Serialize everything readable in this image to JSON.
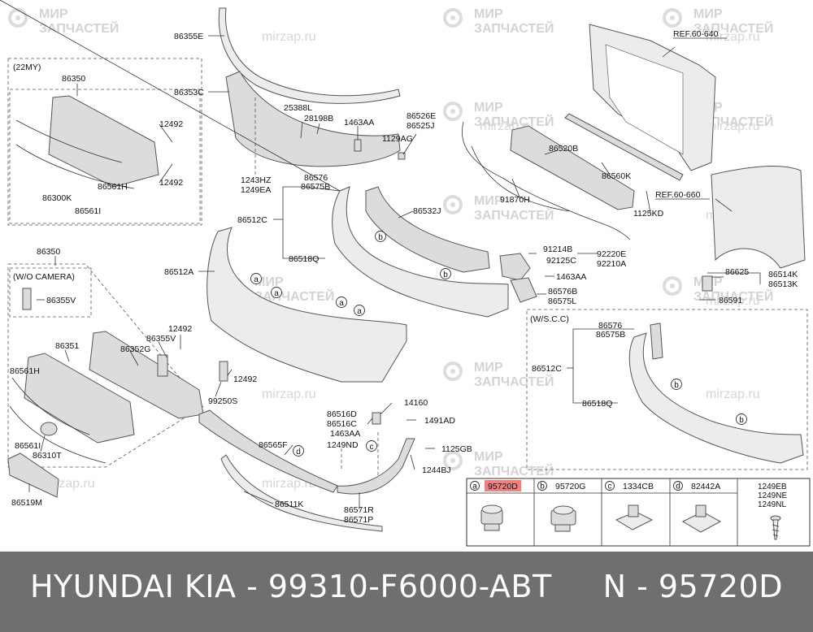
{
  "watermark": {
    "brand_line1": "МИР",
    "brand_line2": "ЗАПЧАСТЕЙ",
    "url": "mirzap.ru"
  },
  "footer": {
    "text": "HYUNDAI KIA - 99310-F6000-ABT     N - 95720D"
  },
  "highlight_color": "#f08080",
  "callout_letters": [
    "a",
    "b",
    "c",
    "d"
  ],
  "boxes": {
    "my22": "(22MY)",
    "wo_camera": "(W/O CAMERA)",
    "wscc": "(W/S.C.C)"
  },
  "labels": {
    "l86355E": "86355E",
    "l86353C": "86353C",
    "l25388L": "25388L",
    "l28198B": "28198B",
    "l1463AA_top": "1463AA",
    "l86526E": "86526E",
    "l86525J": "86525J",
    "l1129AG": "1129AG",
    "l1243HZ": "1243HZ",
    "l1249EA": "1249EA",
    "l86350_top": "86350",
    "l12492_a": "12492",
    "l12492_b": "12492",
    "l86561H_top": "86561H",
    "l86300K": "86300K",
    "l86561I_top": "86561I",
    "l86576": "86576",
    "l86575B": "86575B",
    "l86512C": "86512C",
    "l86532J": "86532J",
    "l86518Q": "86518Q",
    "l86512A": "86512A",
    "l86520B": "86520B",
    "l86560K": "86560K",
    "l91870H": "91870H",
    "l1125KD": "1125KD",
    "l91214B": "91214B",
    "l92125C": "92125C",
    "l92220E": "92220E",
    "l92210A": "92210A",
    "l1463AA_mid": "1463AA",
    "l86576B": "86576B",
    "l86575L": "86575L",
    "ref_640": "REF.60-640",
    "ref_660": "REF.60-660",
    "l86625": "86625",
    "l86514K": "86514K",
    "l86513K": "86513K",
    "l86591": "86591",
    "l86350_mid": "86350",
    "l86355V_a": "86355V",
    "l86351": "86351",
    "l86352G": "86352G",
    "l86355V_b": "86355V",
    "l12492_c": "12492",
    "l86561H_mid": "86561H",
    "l86561I_mid": "86561I",
    "l86310T": "86310T",
    "l86519M": "86519M",
    "l12492_d": "12492",
    "l99250S": "99250S",
    "l14160": "14160",
    "l86516D": "86516D",
    "l86516C": "86516C",
    "l1491AD": "1491AD",
    "l1463AA_low": "1463AA",
    "l86565F": "86565F",
    "l1249ND": "1249ND",
    "l1125GB": "1125GB",
    "l1244BJ": "1244BJ",
    "l86511K": "86511K",
    "l86571R": "86571R",
    "l86571P": "86571P",
    "s_86576": "86576",
    "s_86575B": "86575B",
    "s_86512C": "86512C",
    "s_86518Q": "86518Q"
  },
  "legend": {
    "cells": [
      {
        "letter": "a",
        "part": "95720D",
        "highlighted": true
      },
      {
        "letter": "b",
        "part": "95720G",
        "highlighted": false
      },
      {
        "letter": "c",
        "part": "1334CB",
        "highlighted": false
      },
      {
        "letter": "d",
        "part": "82442A",
        "highlighted": false
      }
    ],
    "extra": [
      "1249EB",
      "1249NE",
      "1249NL"
    ]
  }
}
